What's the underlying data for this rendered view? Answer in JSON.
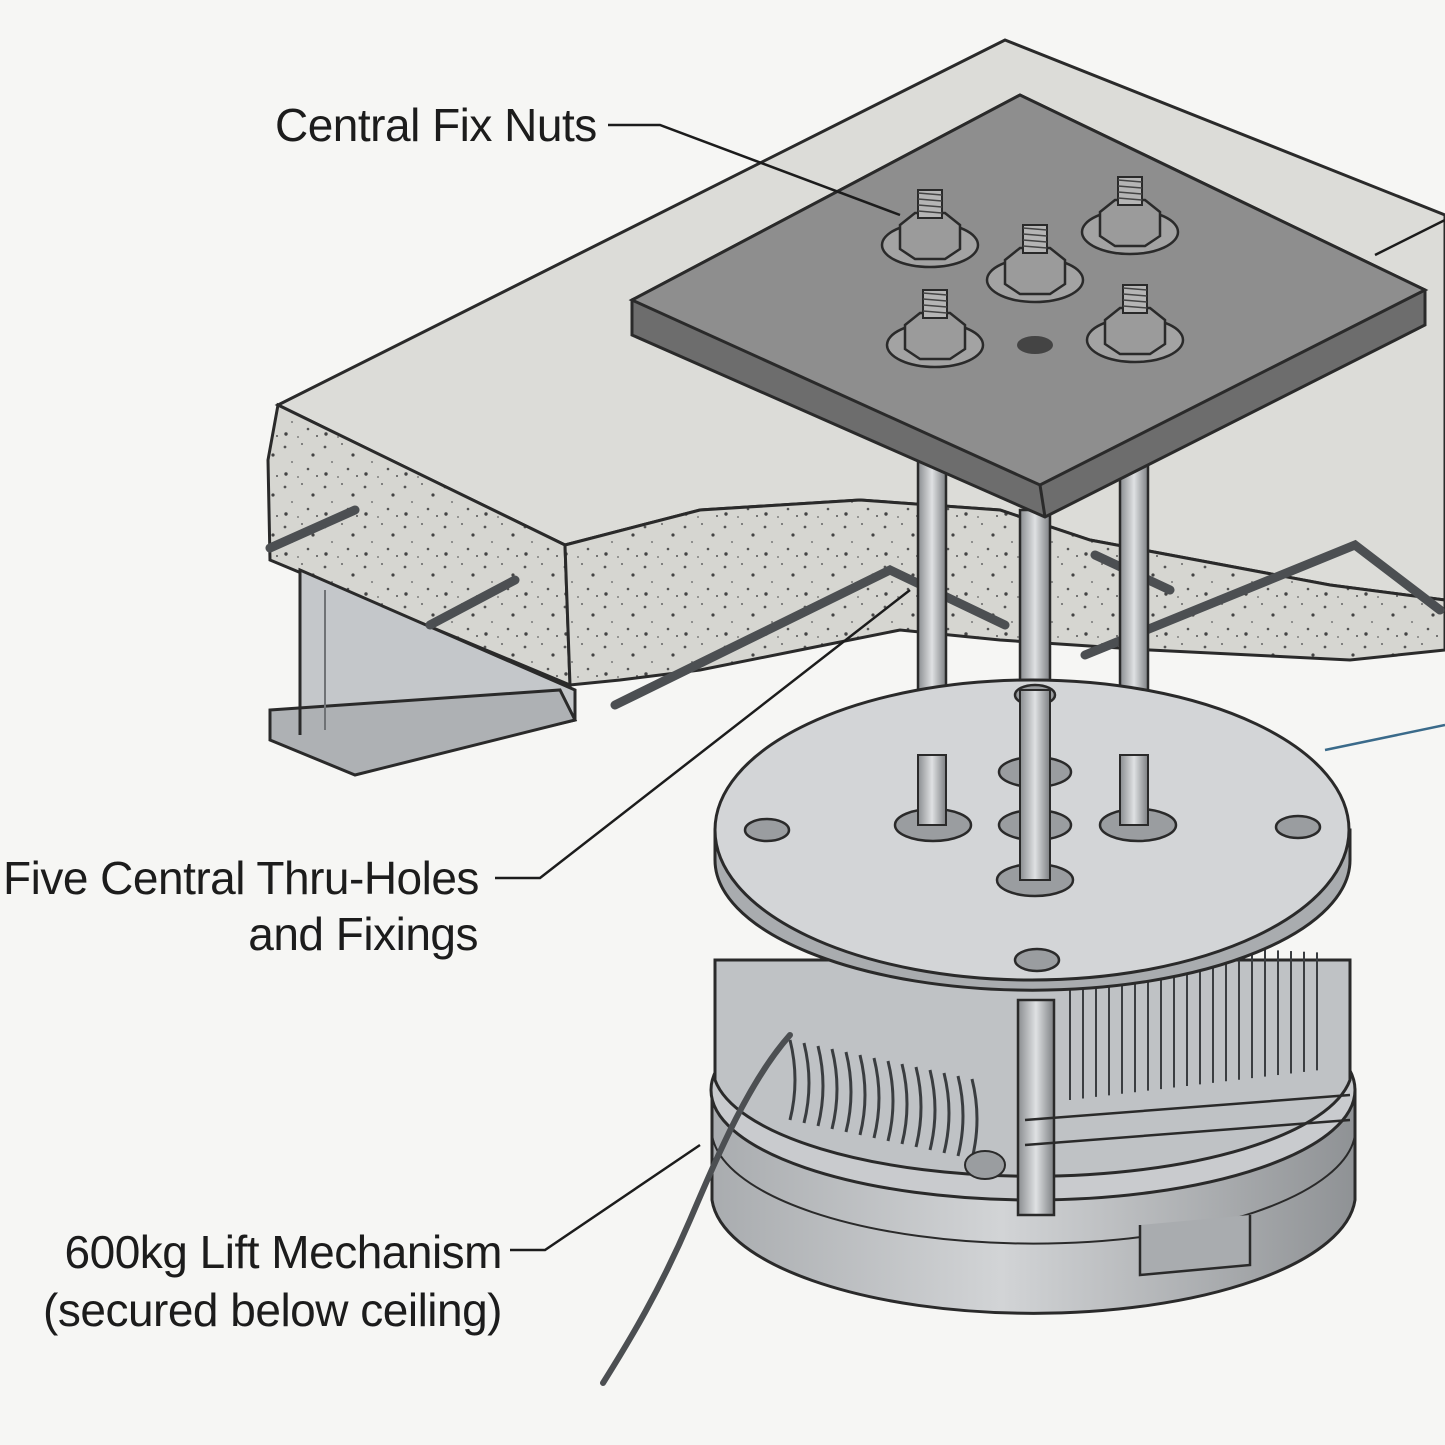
{
  "labels": {
    "central_fix_nuts": "Central Fix Nuts",
    "thru_holes_line1": "Five Central Thru-Holes",
    "thru_holes_line2": "and Fixings",
    "lift_line1": "600kg Lift Mechanism",
    "lift_line2": "(secured below ceiling)"
  },
  "colors": {
    "background": "#f6f6f4",
    "concrete_top": "#dcdcd8",
    "concrete_edge": "#cfcfca",
    "plate": "#8e8e8e",
    "steel": "#b9bcbf",
    "line": "#2a2a2a",
    "accent_leader": "#3a6a8a"
  }
}
